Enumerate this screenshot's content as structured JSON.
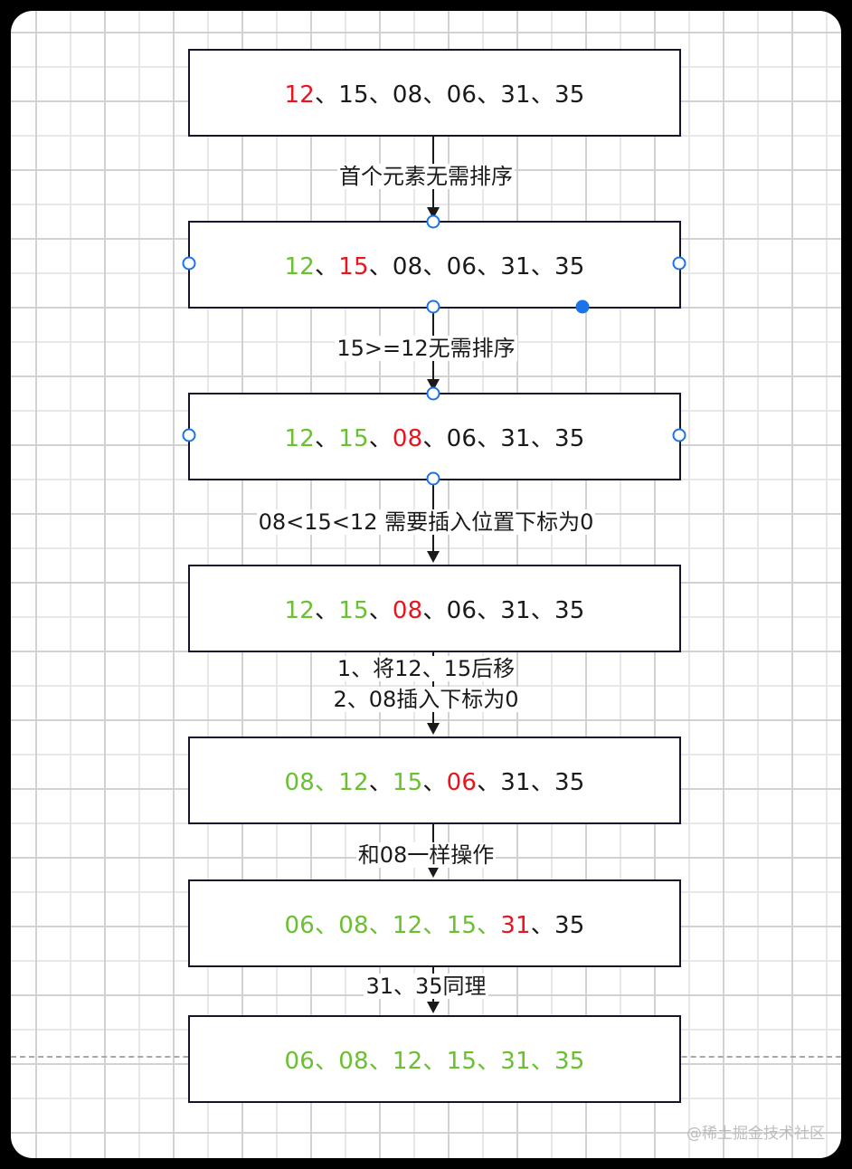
{
  "colors": {
    "sorted": "#6ac031",
    "current": "#e8141e",
    "unsorted": "#1a1a1a",
    "box_border": "#14142b",
    "handle": "#1a73e8",
    "background": "#000000",
    "canvas": "#ffffff"
  },
  "separator": "、",
  "boxes": [
    {
      "items": [
        {
          "v": "12",
          "c": "red"
        },
        {
          "s": "、",
          "c": "black"
        },
        {
          "v": "15",
          "c": "black"
        },
        {
          "s": "、",
          "c": "black"
        },
        {
          "v": "08",
          "c": "black"
        },
        {
          "s": "、",
          "c": "black"
        },
        {
          "v": "06",
          "c": "black"
        },
        {
          "s": "、",
          "c": "black"
        },
        {
          "v": "31",
          "c": "black"
        },
        {
          "s": "、",
          "c": "black"
        },
        {
          "v": "35",
          "c": "black"
        }
      ]
    },
    {
      "items": [
        {
          "v": "12",
          "c": "green"
        },
        {
          "s": "、",
          "c": "black"
        },
        {
          "v": "15",
          "c": "red"
        },
        {
          "s": "、",
          "c": "black"
        },
        {
          "v": "08",
          "c": "black"
        },
        {
          "s": "、",
          "c": "black"
        },
        {
          "v": "06",
          "c": "black"
        },
        {
          "s": "、",
          "c": "black"
        },
        {
          "v": "31",
          "c": "black"
        },
        {
          "s": "、",
          "c": "black"
        },
        {
          "v": "35",
          "c": "black"
        }
      ]
    },
    {
      "items": [
        {
          "v": "12",
          "c": "green"
        },
        {
          "s": "、",
          "c": "black"
        },
        {
          "v": "15",
          "c": "green"
        },
        {
          "s": "、",
          "c": "black"
        },
        {
          "v": "08",
          "c": "red"
        },
        {
          "s": "、",
          "c": "black"
        },
        {
          "v": "06",
          "c": "black"
        },
        {
          "s": "、",
          "c": "black"
        },
        {
          "v": "31",
          "c": "black"
        },
        {
          "s": "、",
          "c": "black"
        },
        {
          "v": "35",
          "c": "black"
        }
      ]
    },
    {
      "items": [
        {
          "v": "12",
          "c": "green"
        },
        {
          "s": "、",
          "c": "black"
        },
        {
          "v": "15",
          "c": "green"
        },
        {
          "s": "、",
          "c": "black"
        },
        {
          "v": "08",
          "c": "red"
        },
        {
          "s": "、",
          "c": "black"
        },
        {
          "v": "06",
          "c": "black"
        },
        {
          "s": "、",
          "c": "black"
        },
        {
          "v": "31",
          "c": "black"
        },
        {
          "s": "、",
          "c": "black"
        },
        {
          "v": "35",
          "c": "black"
        }
      ]
    },
    {
      "items": [
        {
          "v": "08",
          "c": "green"
        },
        {
          "s": "、",
          "c": "green"
        },
        {
          "v": "12",
          "c": "green"
        },
        {
          "s": "、",
          "c": "black"
        },
        {
          "v": "15",
          "c": "green"
        },
        {
          "s": "、",
          "c": "black"
        },
        {
          "v": "06",
          "c": "red"
        },
        {
          "s": "、",
          "c": "black"
        },
        {
          "v": "31",
          "c": "black"
        },
        {
          "s": "、",
          "c": "black"
        },
        {
          "v": "35",
          "c": "black"
        }
      ]
    },
    {
      "items": [
        {
          "v": "06",
          "c": "green"
        },
        {
          "s": "、",
          "c": "green"
        },
        {
          "v": "08",
          "c": "green"
        },
        {
          "s": "、",
          "c": "green"
        },
        {
          "v": "12",
          "c": "green"
        },
        {
          "s": "、",
          "c": "green"
        },
        {
          "v": "15",
          "c": "green"
        },
        {
          "s": "、",
          "c": "green"
        },
        {
          "v": "31",
          "c": "red"
        },
        {
          "s": "、",
          "c": "black"
        },
        {
          "v": "35",
          "c": "black"
        }
      ]
    },
    {
      "items": [
        {
          "v": "06",
          "c": "green"
        },
        {
          "s": "、",
          "c": "green"
        },
        {
          "v": "08",
          "c": "green"
        },
        {
          "s": "、",
          "c": "green"
        },
        {
          "v": "12",
          "c": "green"
        },
        {
          "s": "、",
          "c": "green"
        },
        {
          "v": "15",
          "c": "green"
        },
        {
          "s": "、",
          "c": "green"
        },
        {
          "v": "31",
          "c": "green"
        },
        {
          "s": "、",
          "c": "green"
        },
        {
          "v": "35",
          "c": "green"
        }
      ]
    }
  ],
  "edges": [
    {
      "label": [
        "首个元素无需排序"
      ]
    },
    {
      "label": [
        "15>=12无需排序"
      ]
    },
    {
      "label": [
        "08<15<12 需要插入位置下标为0"
      ]
    },
    {
      "label": [
        "1、将12、15后移",
        "2、08插入下标为0"
      ]
    },
    {
      "label": [
        "和08一样操作"
      ]
    },
    {
      "label": [
        "31、35同理"
      ]
    }
  ],
  "watermark": "@稀土掘金技术社区"
}
